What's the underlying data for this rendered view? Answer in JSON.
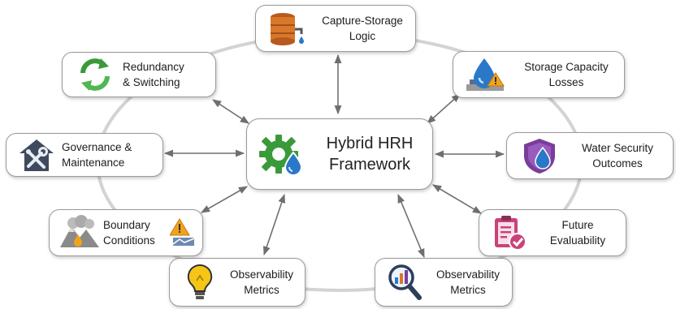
{
  "center": {
    "lines": [
      "Hybrid HRH",
      "Framework"
    ],
    "icon": "gear-water-drop-icon"
  },
  "nodes": {
    "capture": {
      "lines": [
        "Capture-Storage",
        "Logic"
      ],
      "icon": "water-tank-icon"
    },
    "storage": {
      "lines": [
        "Storage Capacity",
        "Losses"
      ],
      "icon": "water-drop-warning-icon"
    },
    "security": {
      "lines": [
        "Water Security",
        "Outcomes"
      ],
      "icon": "shield-drop-icon"
    },
    "future": {
      "lines": [
        "Future",
        "Evaluability"
      ],
      "icon": "clipboard-check-icon"
    },
    "obs_right": {
      "lines": [
        "Observability",
        "Metrics"
      ],
      "icon": "magnifier-chart-icon"
    },
    "obs_left": {
      "lines": [
        "Observability",
        "Metrics"
      ],
      "icon": "lightbulb-icon"
    },
    "boundary": {
      "lines": [
        "Boundary",
        "Conditions"
      ],
      "icon": "landscape-warning-icon"
    },
    "governance": {
      "lines": [
        "Governance &",
        "Maintenance"
      ],
      "icon": "house-tools-icon"
    },
    "redundancy": {
      "lines": [
        "Redundancy",
        "& Switching"
      ],
      "icon": "recycle-arrows-icon"
    }
  },
  "colors": {
    "arrow": "#6f6f6f",
    "ring": "#d3d3d3",
    "green": "#3a9a3a",
    "blue": "#2a78c8",
    "orange": "#d9772a",
    "purple": "#7a3d9a",
    "pink": "#c9437a"
  }
}
